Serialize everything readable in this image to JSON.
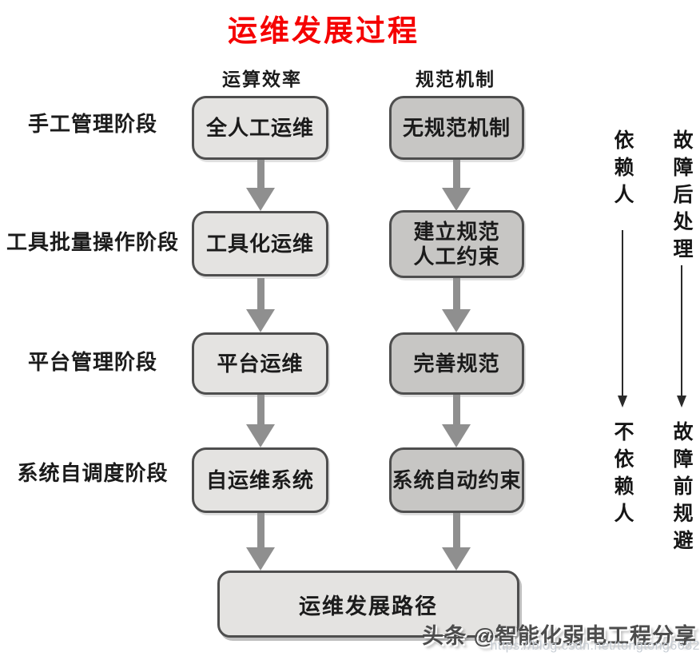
{
  "title": "运维发展过程",
  "column_headers": {
    "efficiency": "运算效率",
    "mechanism": "规范机制"
  },
  "rows": [
    {
      "stage": "手工管理阶段",
      "efficiency": "全人工运维",
      "mechanism": "无规范机制"
    },
    {
      "stage": "工具批量操作阶段",
      "efficiency": "工具化运维",
      "mechanism": "建立规范\n人工约束"
    },
    {
      "stage": "平台管理阶段",
      "efficiency": "平台运维",
      "mechanism": "完善规范"
    },
    {
      "stage": "系统自调度阶段",
      "efficiency": "自运维系统",
      "mechanism": "系统自动约束"
    }
  ],
  "final_box": "运维发展路径",
  "side_annotations": {
    "dependency": {
      "start": "依赖人",
      "end": "不依赖人"
    },
    "fault_handling": {
      "start": "故障后处理",
      "end": "故障前规避"
    }
  },
  "watermark": {
    "byline": "头条 @智能化弱电工程分享",
    "url": "https://blog.csdn.net/tongtong6682"
  },
  "colors": {
    "title_red": "#f50000",
    "efficiency_box_fill": "#e4e3e1",
    "mechanism_box_fill": "#c7c6c4",
    "box_border": "#4e4e4e",
    "arrow_gray": "#8f8f8f"
  }
}
